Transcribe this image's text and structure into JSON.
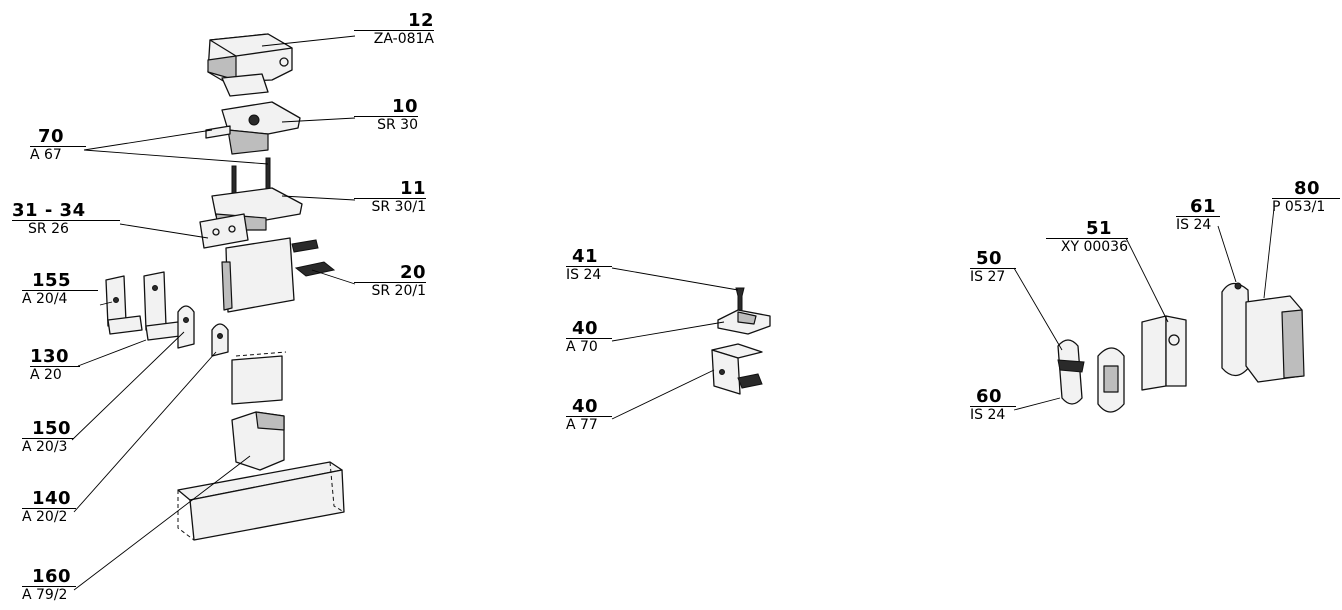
{
  "labels": {
    "p12": {
      "num": "12",
      "code": "ZA-081A"
    },
    "p10": {
      "num": "10",
      "code": "SR 30"
    },
    "p70": {
      "num": "70",
      "code": "A 67"
    },
    "p11": {
      "num": "11",
      "code": "SR 30/1"
    },
    "p3134": {
      "num": "31 - 34",
      "code": "SR 26"
    },
    "p20": {
      "num": "20",
      "code": "SR 20/1"
    },
    "p155": {
      "num": "155",
      "code": "A 20/4"
    },
    "p130": {
      "num": "130",
      "code": "A 20"
    },
    "p150": {
      "num": "150",
      "code": "A 20/3"
    },
    "p140": {
      "num": "140",
      "code": "A 20/2"
    },
    "p160": {
      "num": "160",
      "code": "A 79/2"
    },
    "p41": {
      "num": "41",
      "code": "IS 24"
    },
    "p40a": {
      "num": "40",
      "code": "A 70"
    },
    "p40b": {
      "num": "40",
      "code": "A 77"
    },
    "p50": {
      "num": "50",
      "code": "IS 27"
    },
    "p51": {
      "num": "51",
      "code": "XY 00036"
    },
    "p61": {
      "num": "61",
      "code": "IS 24"
    },
    "p80": {
      "num": "80",
      "code": "P 053/1"
    },
    "p60": {
      "num": "60",
      "code": "IS 24"
    }
  }
}
